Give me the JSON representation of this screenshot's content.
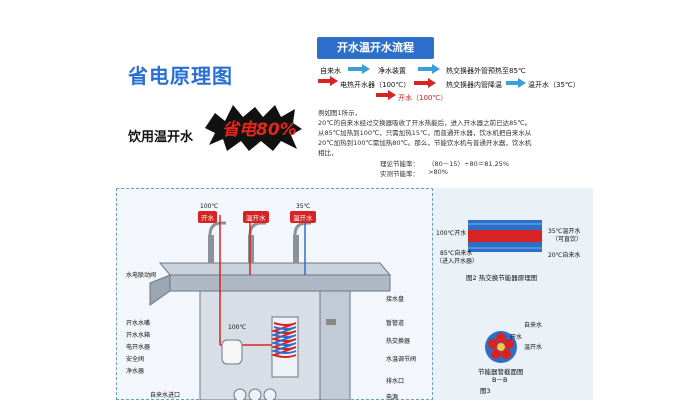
{
  "title": "省电原理图",
  "subtitle": "饮用温开水",
  "saving_text": "省电80%",
  "flow": {
    "title": "开水温开水流程",
    "row1": [
      "自来水",
      "净水装置",
      "热交换器外管预热至85℃"
    ],
    "row2": [
      "电热开水器（100℃）",
      "热交换器内管降温",
      "温开水（35℃）"
    ],
    "row3": "开水（100℃）"
  },
  "description": [
    "例如图1所示，",
    "20℃的自来水经过交换器吸收了开水热能后，进入开水器之前已达85℃。",
    "从85℃加热到100℃，只需加热15℃，而普通开水器，饮水机把自来水从",
    "20℃加热到100℃需加热80℃。那么，节能饮水机与普通开水器，饮水机",
    "相比，"
  ],
  "calc": {
    "theory_label": "理论节能率：",
    "theory_value": "（80－15）÷80＝81.25%",
    "actual_label": "实测节能率：",
    "actual_value": ">80%"
  },
  "machine": {
    "temps": [
      "100℃",
      "35℃"
    ],
    "tags": [
      "开水",
      "温开水",
      "温开水"
    ],
    "left_labels": [
      "水电联动阀",
      "开水水嘴",
      "开水水箱",
      "电开水器",
      "安全阀",
      "净水器",
      "自来水进口"
    ],
    "right_labels": [
      "接水盘",
      "暂管道",
      "热交换器",
      "水温调节阀",
      "排水口",
      "电源"
    ],
    "inner_temp": "100℃"
  },
  "inset": {
    "left_top": "100℃开水",
    "left_bottom_1": "85℃自来水",
    "left_bottom_2": "（进入开水器）",
    "right_top_1": "35℃温开水",
    "right_top_2": "（可直饮）",
    "right_bottom": "20℃自来水",
    "caption2": "图2 热交换节能器原理图",
    "sec_labels": [
      "自来水",
      "开水",
      "温开水"
    ],
    "sec_caption_1": "节能器管截面图",
    "sec_caption_2": "B－B",
    "caption3": "图3"
  },
  "colors": {
    "accent_blue": "#2c6fca",
    "red": "#d82323",
    "hot_red": "#e7261b"
  }
}
